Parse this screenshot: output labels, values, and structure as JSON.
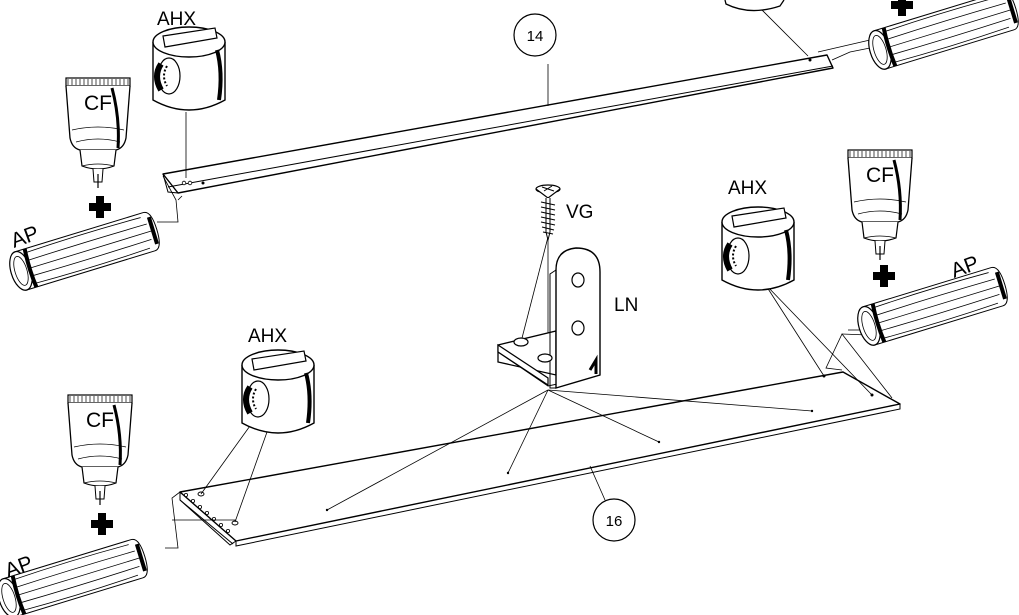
{
  "labels": {
    "ahx": "AHX",
    "cf": "CF",
    "ap": "AP",
    "vg": "VG",
    "ln": "LN"
  },
  "parts": {
    "upper_board": "14",
    "lower_board": "16"
  }
}
